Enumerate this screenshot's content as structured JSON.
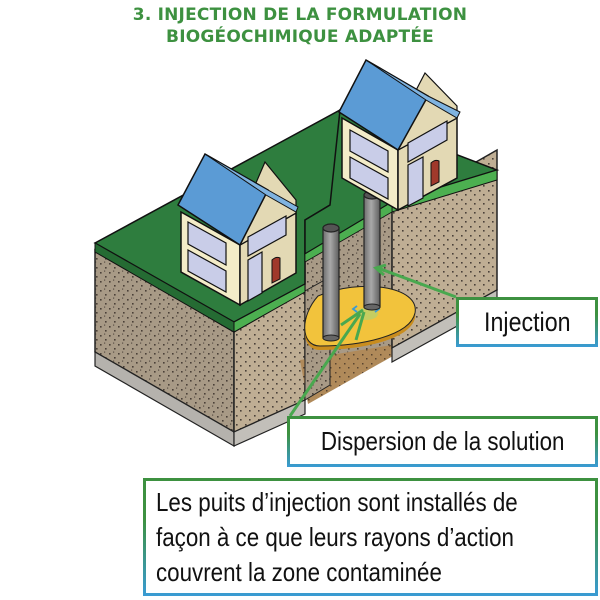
{
  "title": {
    "line1": "3. INJECTION DE LA FORMULATION",
    "line2": "BIOGÉOCHIMIQUE ADAPTÉE",
    "color": "#3d9140"
  },
  "labels": {
    "injection": "Injection",
    "dispersion": "Dispersion de la solution",
    "note": {
      "line1": "Les puits d’injection sont installés de",
      "line2": "façon à ce que leurs rayons d’action",
      "line3": "couvrent la zone contaminée"
    }
  },
  "illustration": {
    "elements": [
      "ground-block",
      "grass-surface",
      "soil-layers",
      "house-left",
      "house-right",
      "injection-well-left",
      "injection-well-right",
      "dispersion-plume",
      "pointer-lines"
    ],
    "colors": {
      "grass": "#2e7d3e",
      "grass_edge": "#4caf50",
      "soil": "#a89a86",
      "soil_cut": "#b08a5a",
      "bedrock": "#b5b2ad",
      "roof": "#5b9bd5",
      "wall": "#f3ecc8",
      "wall_side": "#e3d9b4",
      "window": "#c9cde8",
      "door": "#a0392b",
      "plume": "#f2c33c",
      "well": "#8a8a8a",
      "flow": "#3a9bd4",
      "pointer": "#49a84f",
      "box_border_top": "#3d9140",
      "box_border_bottom": "#3a9bd4"
    }
  }
}
